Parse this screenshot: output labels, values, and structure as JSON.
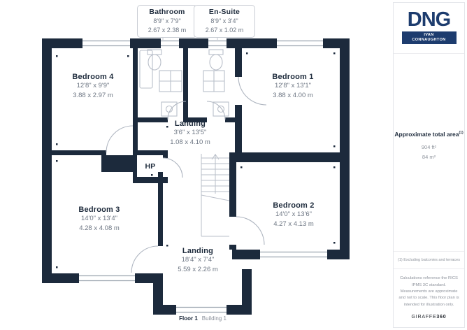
{
  "plan": {
    "callouts": [
      {
        "name": "Bathroom",
        "dims_ft": "8'9\" x 7'9\"",
        "dims_m": "2.67 x 2.38 m"
      },
      {
        "name": "En-Suite",
        "dims_ft": "8'9\" x 3'4\"",
        "dims_m": "2.67 x 1.02 m"
      }
    ],
    "rooms": [
      {
        "name": "Bedroom 4",
        "dims_ft": "12'8\" x 9'9\"",
        "dims_m": "3.88 x 2.97 m"
      },
      {
        "name": "Bedroom 1",
        "dims_ft": "12'8\" x 13'1\"",
        "dims_m": "3.88 x 4.00 m"
      },
      {
        "name": "Landing",
        "dims_ft": "3'6\" x 13'5\"",
        "dims_m": "1.08 x 4.10 m"
      },
      {
        "name": "HP"
      },
      {
        "name": "Bedroom 3",
        "dims_ft": "14'0\" x 13'4\"",
        "dims_m": "4.28 x 4.08 m"
      },
      {
        "name": "Bedroom 2",
        "dims_ft": "14'0\" x 13'6\"",
        "dims_m": "4.27 x 4.13 m"
      },
      {
        "name": "Landing",
        "dims_ft": "18'4\" x 7'4\"",
        "dims_m": "5.59 x 2.26 m"
      }
    ],
    "footer": {
      "floor": "Floor 1",
      "building": "Building 1"
    }
  },
  "sidebar": {
    "logo": {
      "brand": "DNG",
      "sub_line1": "IVAN",
      "sub_line2": "CONNAUGHTON"
    },
    "area": {
      "title": "Approximate total area",
      "sup": "(1)",
      "value_ft": "904 ft²",
      "value_m": "84 m²"
    },
    "footnote": "(1) Excluding balconies and terraces",
    "disclaimer": "Calculations reference the RICS IPMS 3C standard. Measurements are approximate and not to scale. This floor plan is intended for illustration only.",
    "brand": {
      "name": "GIRAFFE",
      "suffix": "360"
    }
  },
  "colors": {
    "wall": "#1c2a3c",
    "accent_navy": "#1d3c6e",
    "dim_text": "#6d7683",
    "line_gray": "#b9bfc9"
  }
}
